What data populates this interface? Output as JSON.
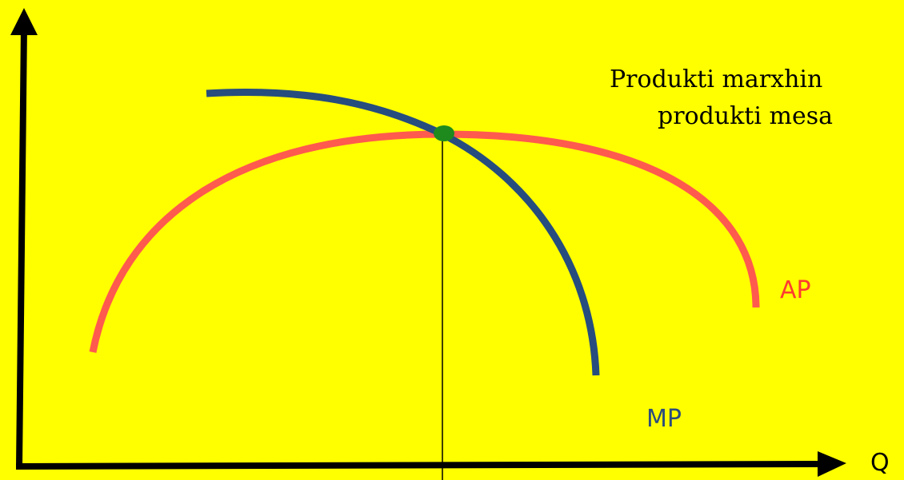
{
  "colors": {
    "background": "#FFFF00",
    "axis": "#000000",
    "ap_curve": "#FF5A4E",
    "mp_curve": "#264D7E",
    "intersection_point": "#1E8A1E",
    "ap_label": "#FF3B30",
    "mp_label": "#2B4C7E",
    "text": "#000000"
  },
  "annotation": {
    "line1": "Produkti marxhin",
    "line2": "produkti mesa"
  },
  "labels": {
    "ap": "AP",
    "mp": "MP",
    "x_axis": "Q"
  }
}
